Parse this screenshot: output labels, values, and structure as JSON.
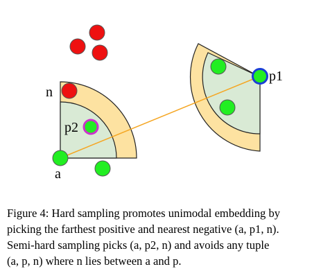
{
  "figure": {
    "labels": {
      "n": "n",
      "p2": "p2",
      "a": "a",
      "p1": "p1"
    },
    "colors": {
      "ring": "#fde2a1",
      "sector": "#d9ead5",
      "positive": "#22ee22",
      "negative": "#ee1111",
      "line": "#f5a623",
      "p2_ring": "#cc33cc",
      "p1_ring": "#1a3fd6"
    }
  },
  "caption": {
    "lines": [
      "Figure 4: Hard sampling promotes unimodal embedding by",
      "picking the farthest positive and nearest negative (a, p1, n).",
      "Semi-hard sampling picks (a, p2, n) and avoids any tuple",
      "(a, p, n) where n lies between a and p."
    ]
  }
}
